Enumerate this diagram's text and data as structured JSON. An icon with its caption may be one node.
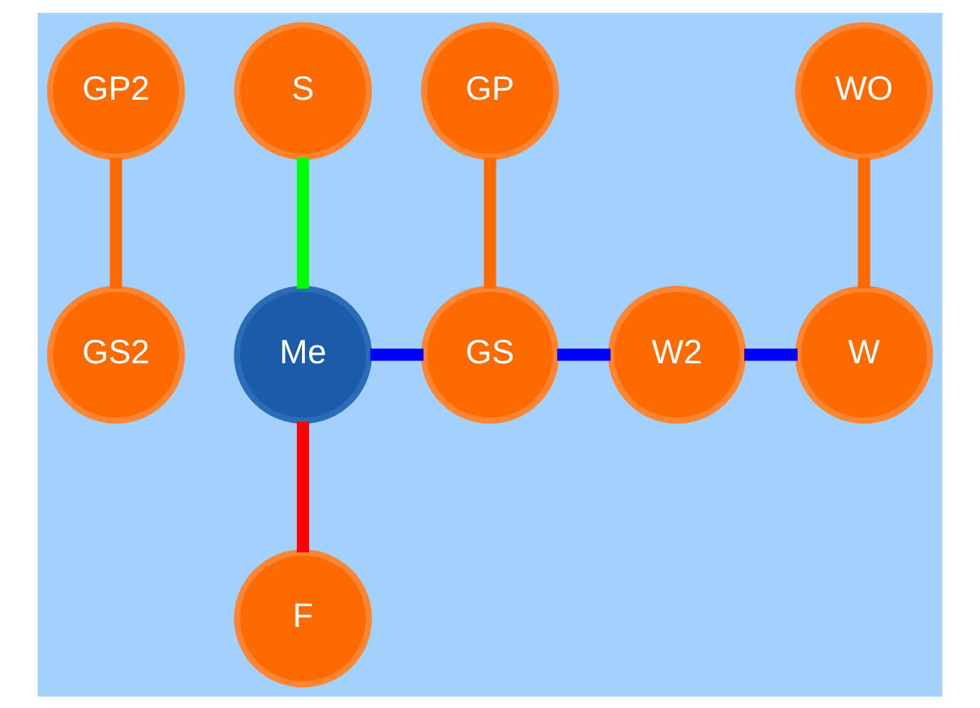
{
  "diagram": {
    "nodes": [
      {
        "text": [
          "S"
        ]
      },
      {
        "text": [
          "GP2"
        ]
      },
      {
        "text": [
          "GP"
        ]
      },
      {
        "text": [
          "WO"
        ]
      },
      {
        "text": [
          "GS2"
        ]
      },
      {
        "text": [
          "Me"
        ]
      },
      {
        "text": [
          "GS"
        ]
      },
      {
        "text": [
          "W2"
        ]
      },
      {
        "text": [
          "W"
        ]
      },
      {
        "text": [
          "F"
        ]
      }
    ],
    "edges": [
      {
        "from": 0,
        "to": 5,
        "arrow": "none",
        "color": "#00ff00"
      },
      {
        "from": 1,
        "to": 4,
        "arrow": "none",
        "color": "#ff6a00"
      },
      {
        "from": 2,
        "to": 6,
        "arrow": "none",
        "color": "#ff6a00"
      },
      {
        "from": 3,
        "to": 8,
        "arrow": "none",
        "color": "#ff6a00"
      },
      {
        "from": 5,
        "to": 6,
        "arrow": "none",
        "color": "#0000ff"
      },
      {
        "from": 6,
        "to": 7,
        "arrow": "none",
        "color": "#0000ff"
      },
      {
        "from": 7,
        "to": 8,
        "arrow": "none",
        "color": "#0000ff"
      },
      {
        "from": 5,
        "to": 9,
        "arrow": "none",
        "color": "#ff0000"
      }
    ]
  }
}
